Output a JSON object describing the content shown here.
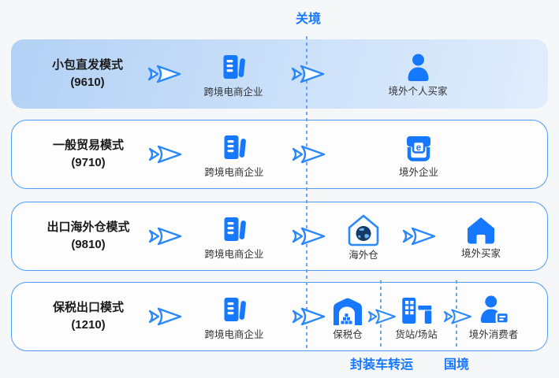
{
  "labels": {
    "customs_border": "关境",
    "sealed_truck_transfer": "封装车转运",
    "national_border": "国境"
  },
  "colors": {
    "accent_blue": "#1677ff",
    "arrow_stroke": "#2b88f8",
    "dashed_line": "#6ba6f4",
    "row_border": "#4e9bf4",
    "highlight_row_gradient_start": "#b2d1f6",
    "highlight_row_gradient_end": "#e0edfc",
    "page_background": "#f6f7f9",
    "title_text": "#1a1a1a",
    "label_text": "#333333",
    "globe_dark": "#153a66"
  },
  "rows": [
    {
      "title": "小包直发模式",
      "code": "(9610)",
      "company_label": "跨境电商企业",
      "targets": [
        {
          "icon": "person-icon",
          "label": "境外个人买家"
        }
      ]
    },
    {
      "title": "一般贸易模式",
      "code": "(9710)",
      "company_label": "跨境电商企业",
      "targets": [
        {
          "icon": "storefront-icon",
          "label": "境外企业",
          "badge_letter": "e"
        }
      ]
    },
    {
      "title": "出口海外仓模式",
      "code": "(9810)",
      "company_label": "跨境电商企业",
      "targets": [
        {
          "icon": "house-globe-icon",
          "label": "海外仓"
        },
        {
          "icon": "house-icon",
          "label": "境外买家"
        }
      ]
    },
    {
      "title": "保税出口模式",
      "code": "(1210)",
      "company_label": "跨境电商企业",
      "targets": [
        {
          "icon": "warehouse-icon",
          "label": "保税仓"
        },
        {
          "icon": "freight-station-icon",
          "label": "货站/场站"
        },
        {
          "icon": "person-card-icon",
          "label": "境外消费者"
        }
      ]
    }
  ]
}
